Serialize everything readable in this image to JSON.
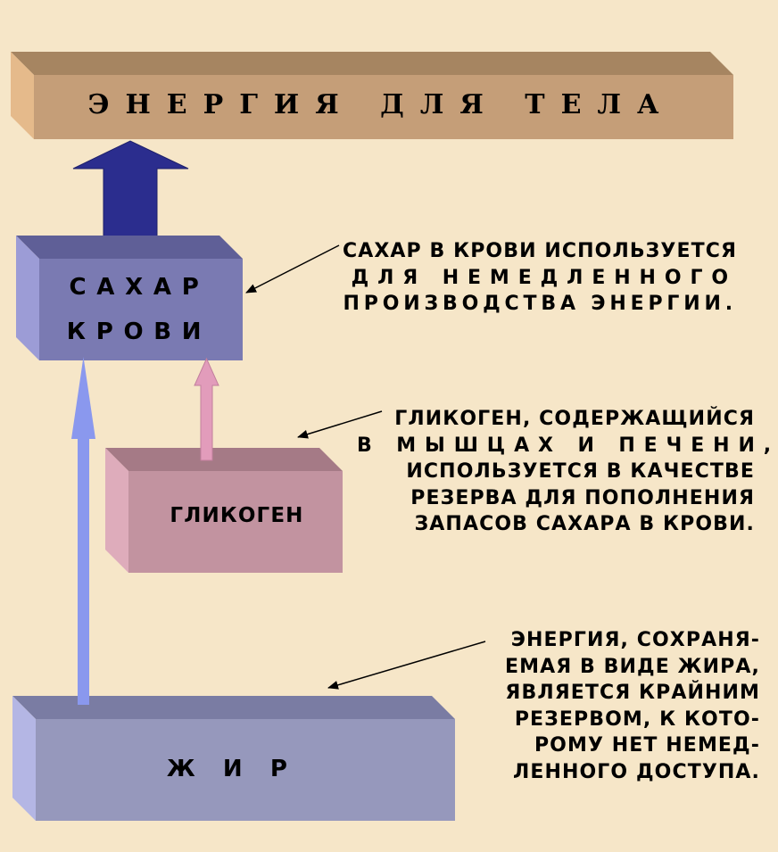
{
  "top_bar": {
    "title": "ЭНЕРГИЯ ДЛЯ ТЕЛА"
  },
  "blood_sugar_box": {
    "line1": "САХАР",
    "line2": "КРОВИ"
  },
  "glycogen_box": {
    "label": "ГЛИКОГЕН"
  },
  "fat_box": {
    "label": "ЖИР"
  },
  "notes": {
    "blood_sugar": [
      "САХАР В КРОВИ ИСПОЛЬЗУЕТСЯ",
      "ДЛЯ НЕМЕДЛЕННОГО",
      "ПРОИЗВОДСТВА ЭНЕРГИИ."
    ],
    "glycogen": [
      "ГЛИКОГЕН, СОДЕРЖАЩИЙСЯ",
      "В МЫШЦАХ И ПЕЧЕНИ,",
      "ИСПОЛЬЗУЕТСЯ В КАЧЕСТВЕ",
      "РЕЗЕРВА ДЛЯ ПОПОЛНЕНИЯ",
      "ЗАПАСОВ САХАРА В КРОВИ."
    ],
    "fat": [
      "ЭНЕРГИЯ, СОХРАНЯ-",
      "ЕМАЯ В ВИДЕ ЖИРА,",
      "ЯВЛЯЕТСЯ КРАЙНИМ",
      "РЕЗЕРВОМ, К КОТО-",
      "РОМУ НЕТ НЕМЕД-",
      "ЛЕННОГО ДОСТУПА."
    ]
  },
  "colors": {
    "background": "#f6e6c8",
    "energy_bar": "#c59e78",
    "blood_sugar_box": "#7a7ab2",
    "glycogen_box": "#c293a0",
    "fat_box": "#9698bc",
    "up_arrow_large": "#2b2d8e",
    "up_arrow_pink": "#e29cbb",
    "up_arrow_blue": "#8a98ee"
  }
}
